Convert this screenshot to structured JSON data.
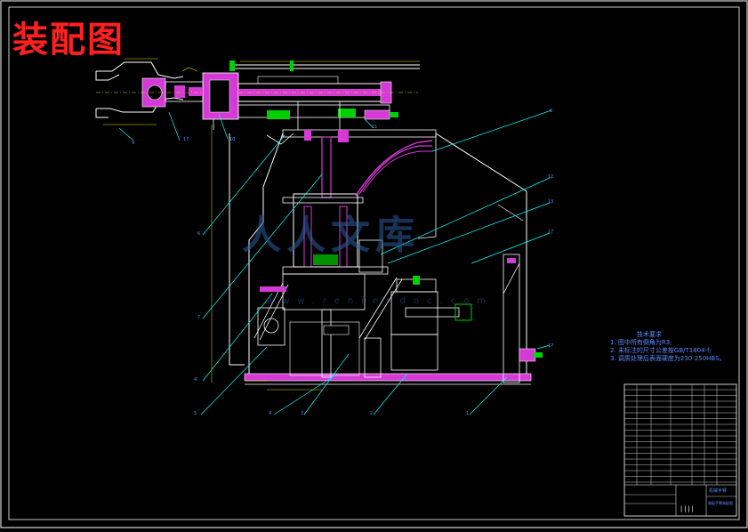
{
  "drawing": {
    "title": "装配图",
    "watermark": "人人文库",
    "watermark_url": "www.renrendoc.com",
    "technical_notes": {
      "heading": "技术要求",
      "items": [
        "1. 图中所有倒角为R3;",
        "2. 未标注的尺寸公差按GB/T1804-f;",
        "3. 调质处理后表面硬度为230-250HBS。"
      ]
    },
    "callouts": [
      "1",
      "2",
      "3",
      "4",
      "4",
      "5",
      "6",
      "7",
      "8",
      "9",
      "10",
      "11",
      "12",
      "13",
      "17"
    ],
    "title_block": {
      "drawing_name": "机械手臂",
      "subtitle": "装配手臂装配图"
    }
  },
  "colors": {
    "background": "#000000",
    "frame": "#ffffff",
    "geometry": "#f0f0f0",
    "section_fill": "#d63ad6",
    "leader": "#00ffff",
    "dimension": "#e8e800",
    "hydraulic": "#00d000",
    "title_text": "#ff2020"
  }
}
